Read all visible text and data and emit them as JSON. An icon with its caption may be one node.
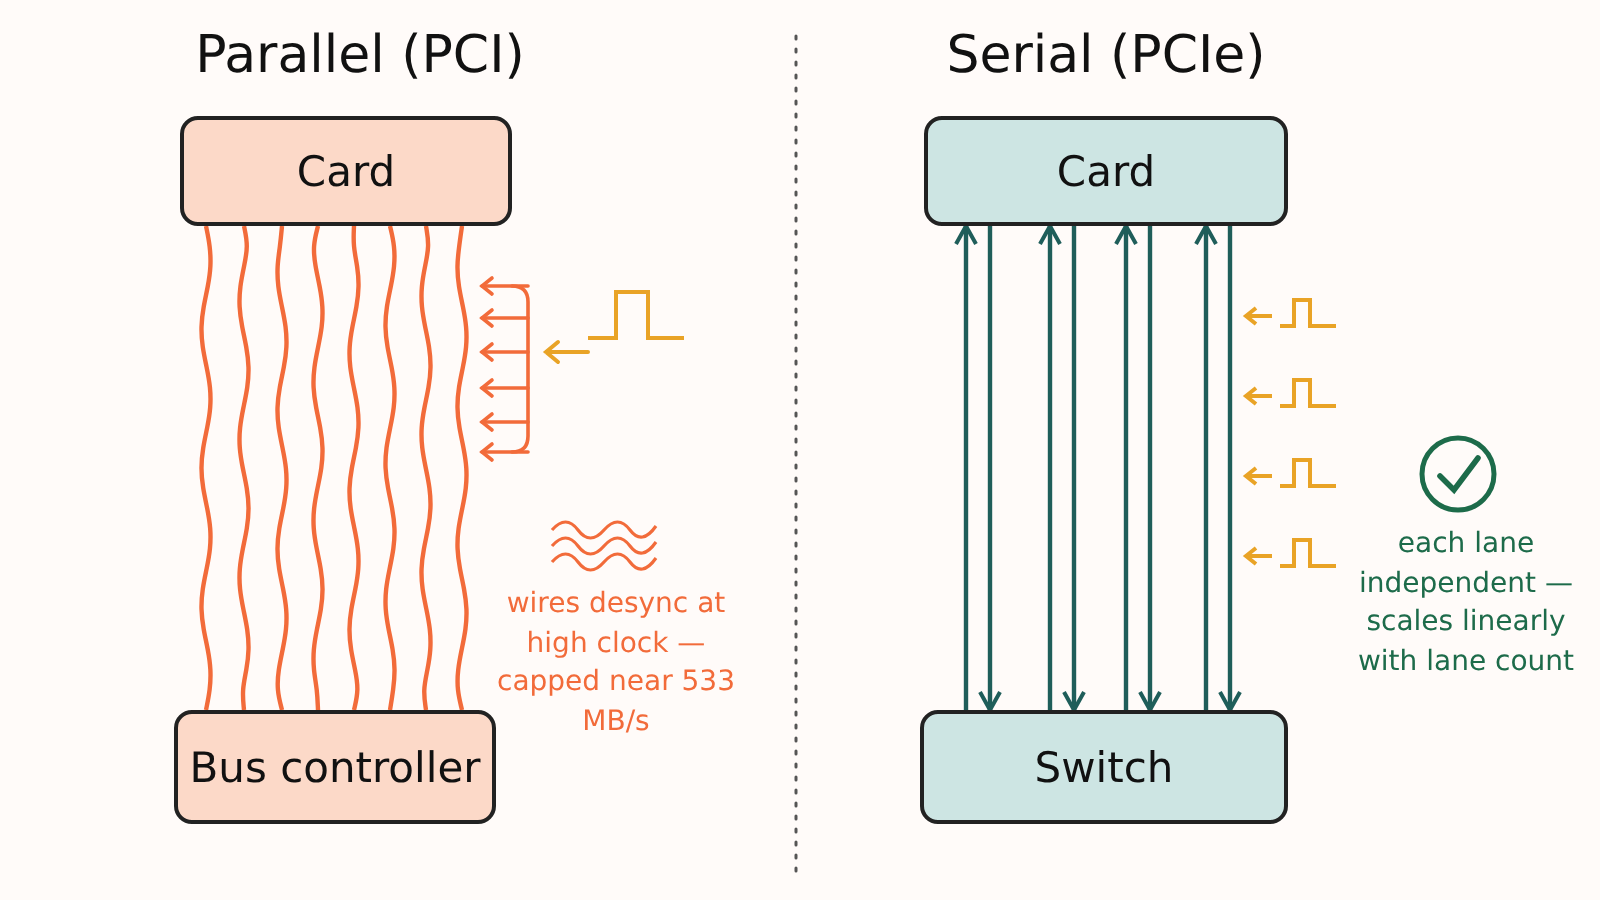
{
  "diagram": {
    "nodes": [
      {
        "text": [
          "Card"
        ]
      },
      {
        "text": [
          "Bus controller"
        ]
      },
      {
        "text": [
          "Card"
        ]
      },
      {
        "text": [
          "Switch"
        ]
      }
    ],
    "edges": [
      {
        "from": 0,
        "to": 1,
        "arrow": "none",
        "color": "#f26b3a"
      },
      {
        "from": 0,
        "to": 1,
        "arrow": "none",
        "color": "#f26b3a"
      },
      {
        "from": 0,
        "to": 1,
        "arrow": "none",
        "color": "#f26b3a"
      },
      {
        "from": 0,
        "to": 1,
        "arrow": "none",
        "color": "#f26b3a"
      },
      {
        "from": 0,
        "to": 1,
        "arrow": "none",
        "color": "#f26b3a"
      },
      {
        "from": 0,
        "to": 1,
        "arrow": "none",
        "color": "#f26b3a"
      },
      {
        "from": 0,
        "to": 1,
        "arrow": "none",
        "color": "#f26b3a"
      },
      {
        "from": 0,
        "to": 1,
        "arrow": "none",
        "color": "#f26b3a"
      },
      {
        "from": 3,
        "to": 2,
        "arrow": "to",
        "color": "#1f5e5a"
      },
      {
        "from": 2,
        "to": 3,
        "arrow": "to",
        "color": "#1f5e5a"
      },
      {
        "from": 3,
        "to": 2,
        "arrow": "to",
        "color": "#1f5e5a"
      },
      {
        "from": 2,
        "to": 3,
        "arrow": "to",
        "color": "#1f5e5a"
      },
      {
        "from": 3,
        "to": 2,
        "arrow": "to",
        "color": "#1f5e5a"
      },
      {
        "from": 2,
        "to": 3,
        "arrow": "to",
        "color": "#1f5e5a"
      },
      {
        "from": 3,
        "to": 2,
        "arrow": "to",
        "color": "#1f5e5a"
      },
      {
        "from": 2,
        "to": 3,
        "arrow": "to",
        "color": "#1f5e5a"
      }
    ],
    "labels": [
      "Parallel (PCI)",
      "Serial (PCIe)",
      "wires desync at high clock — capped near 533 MB/s",
      "each lane independent — scales linearly with lane count"
    ]
  }
}
